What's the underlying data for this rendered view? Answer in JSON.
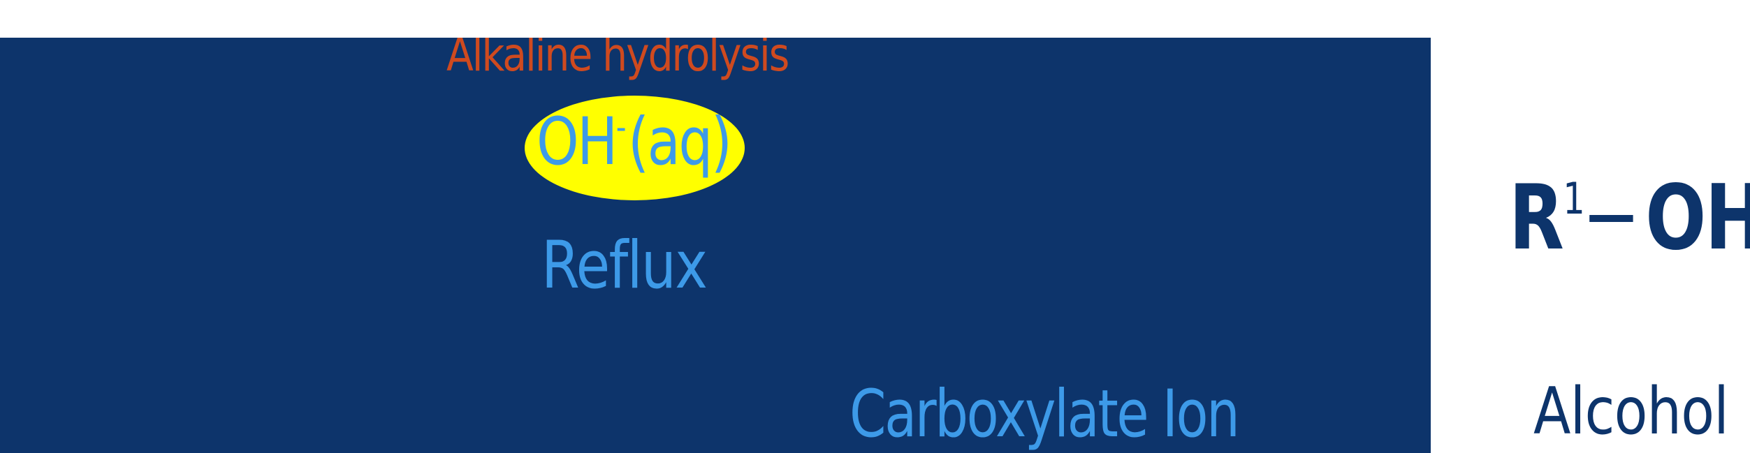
{
  "colors": {
    "panel_background": "#0D346B",
    "page_background": "#FFFFFF",
    "condition_title": "#CF4A1F",
    "reagent_highlight": "#FFFF00",
    "light_blue_text": "#3D9AE8",
    "navy_text": "#0D346B"
  },
  "reaction": {
    "condition_title": "Alkaline hydrolysis",
    "reagent": {
      "species": "OH",
      "charge": "-",
      "state": "(aq)"
    },
    "condition": "Reflux",
    "products": [
      {
        "label": "Carboxylate Ion"
      },
      {
        "formula": {
          "group": "R",
          "group_superscript": "1",
          "bond": "—",
          "functional_group": "OH"
        },
        "label": "Alcohol"
      }
    ]
  }
}
